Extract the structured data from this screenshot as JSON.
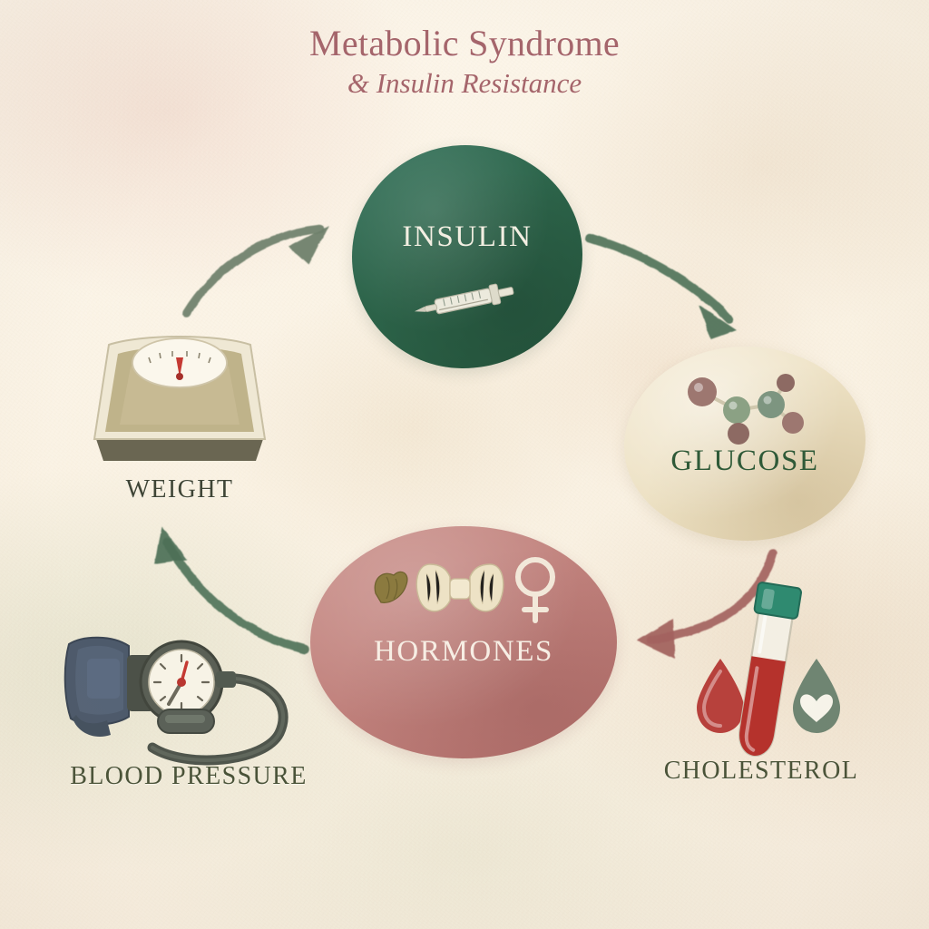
{
  "title": {
    "main": "Metabolic Syndrome",
    "sub": "& Insulin Resistance"
  },
  "colors": {
    "background": "#fbf4e7",
    "title": "#a5656b",
    "insulin_fill": "#2c6349",
    "insulin_text": "#f3efe2",
    "glucose_fill": "#ece0c2",
    "glucose_text": "#2f5a38",
    "hormones_fill": "#c0817c",
    "hormones_text": "#f7eee4",
    "label_dark": "#3f4536",
    "label_olive": "#4a5338",
    "arrow_green": "#6d7f6a",
    "arrow_green_dark": "#4d7158",
    "arrow_rose": "#a3635f"
  },
  "nodes": [
    {
      "id": "insulin",
      "label": "INSULIN",
      "label_position": "inside",
      "shape": "circle",
      "icon": "syringe-icon"
    },
    {
      "id": "glucose",
      "label": "GLUCOSE",
      "label_position": "inside",
      "shape": "ellipse",
      "icon": "glucose-molecule-icon"
    },
    {
      "id": "hormones",
      "label": "HORMONES",
      "label_position": "inside",
      "shape": "ellipse",
      "icon": "thyroid-adrenal-gender-icons"
    },
    {
      "id": "weight",
      "label": "WEIGHT",
      "label_position": "below",
      "shape": "illustration",
      "icon": "bathroom-scale-icon"
    },
    {
      "id": "blood_pressure",
      "label": "BLOOD PRESSURE",
      "label_position": "below",
      "shape": "illustration",
      "icon": "blood-pressure-cuff-icon"
    },
    {
      "id": "cholesterol",
      "label": "CHOLESTEROL",
      "label_position": "below",
      "shape": "illustration",
      "icon": "blood-test-tube-icon"
    }
  ],
  "arrows": [
    {
      "id": "weight-to-insulin",
      "from": "WEIGHT",
      "to": "INSULIN",
      "color": "#6d7f6a"
    },
    {
      "id": "insulin-to-glucose",
      "from": "INSULIN",
      "to": "GLUCOSE",
      "color": "#4d7158"
    },
    {
      "id": "glucose-to-hormones",
      "from": "GLUCOSE",
      "to": "HORMONES",
      "color": "#a3635f"
    },
    {
      "id": "hormones-to-weight",
      "from": "HORMONES",
      "to": "WEIGHT",
      "color": "#4d7158"
    }
  ]
}
